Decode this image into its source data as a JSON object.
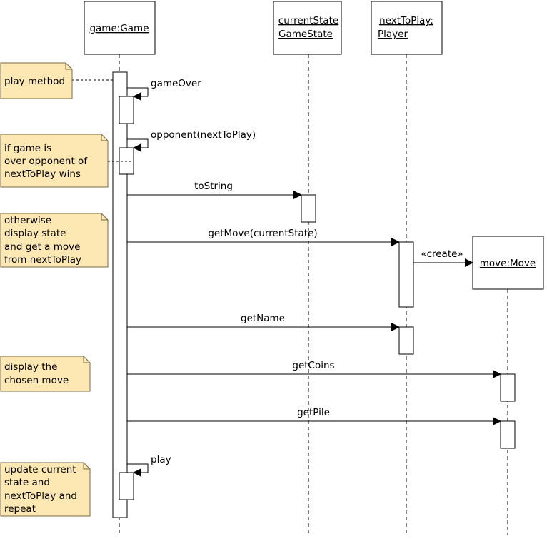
{
  "lifelines": [
    {
      "id": "game",
      "lines": [
        "game:Game"
      ]
    },
    {
      "id": "state",
      "lines": [
        "currentState",
        "GameState"
      ]
    },
    {
      "id": "player",
      "lines": [
        "nextToPlay:",
        "Player"
      ]
    },
    {
      "id": "move",
      "lines": [
        "move:Move"
      ]
    }
  ],
  "messages": [
    {
      "id": "gameover",
      "label": "gameOver"
    },
    {
      "id": "opponent",
      "label": "opponent(nextToPlay)"
    },
    {
      "id": "tostring",
      "label": "toString"
    },
    {
      "id": "getmove",
      "label": "getMove(currentState)"
    },
    {
      "id": "create",
      "label": "«create»"
    },
    {
      "id": "getname",
      "label": "getName"
    },
    {
      "id": "getcoins",
      "label": "getCoins"
    },
    {
      "id": "getpile",
      "label": "getPile"
    },
    {
      "id": "play",
      "label": "play"
    }
  ],
  "notes": [
    {
      "id": "play-method",
      "lines": [
        "play method"
      ]
    },
    {
      "id": "game-over",
      "lines": [
        "if game is",
        "over opponent of",
        "nextToPlay wins"
      ]
    },
    {
      "id": "otherwise",
      "lines": [
        "otherwise",
        "display state",
        "and get a move",
        "from nextToPlay"
      ]
    },
    {
      "id": "display-move",
      "lines": [
        "display the",
        "chosen move"
      ]
    },
    {
      "id": "update",
      "lines": [
        "update current",
        "state and",
        "nextToPlay and",
        "repeat"
      ]
    }
  ],
  "colors": {
    "note_fill": "#fde8b4",
    "note_stroke": "#7a6a40",
    "line": "#000000"
  }
}
